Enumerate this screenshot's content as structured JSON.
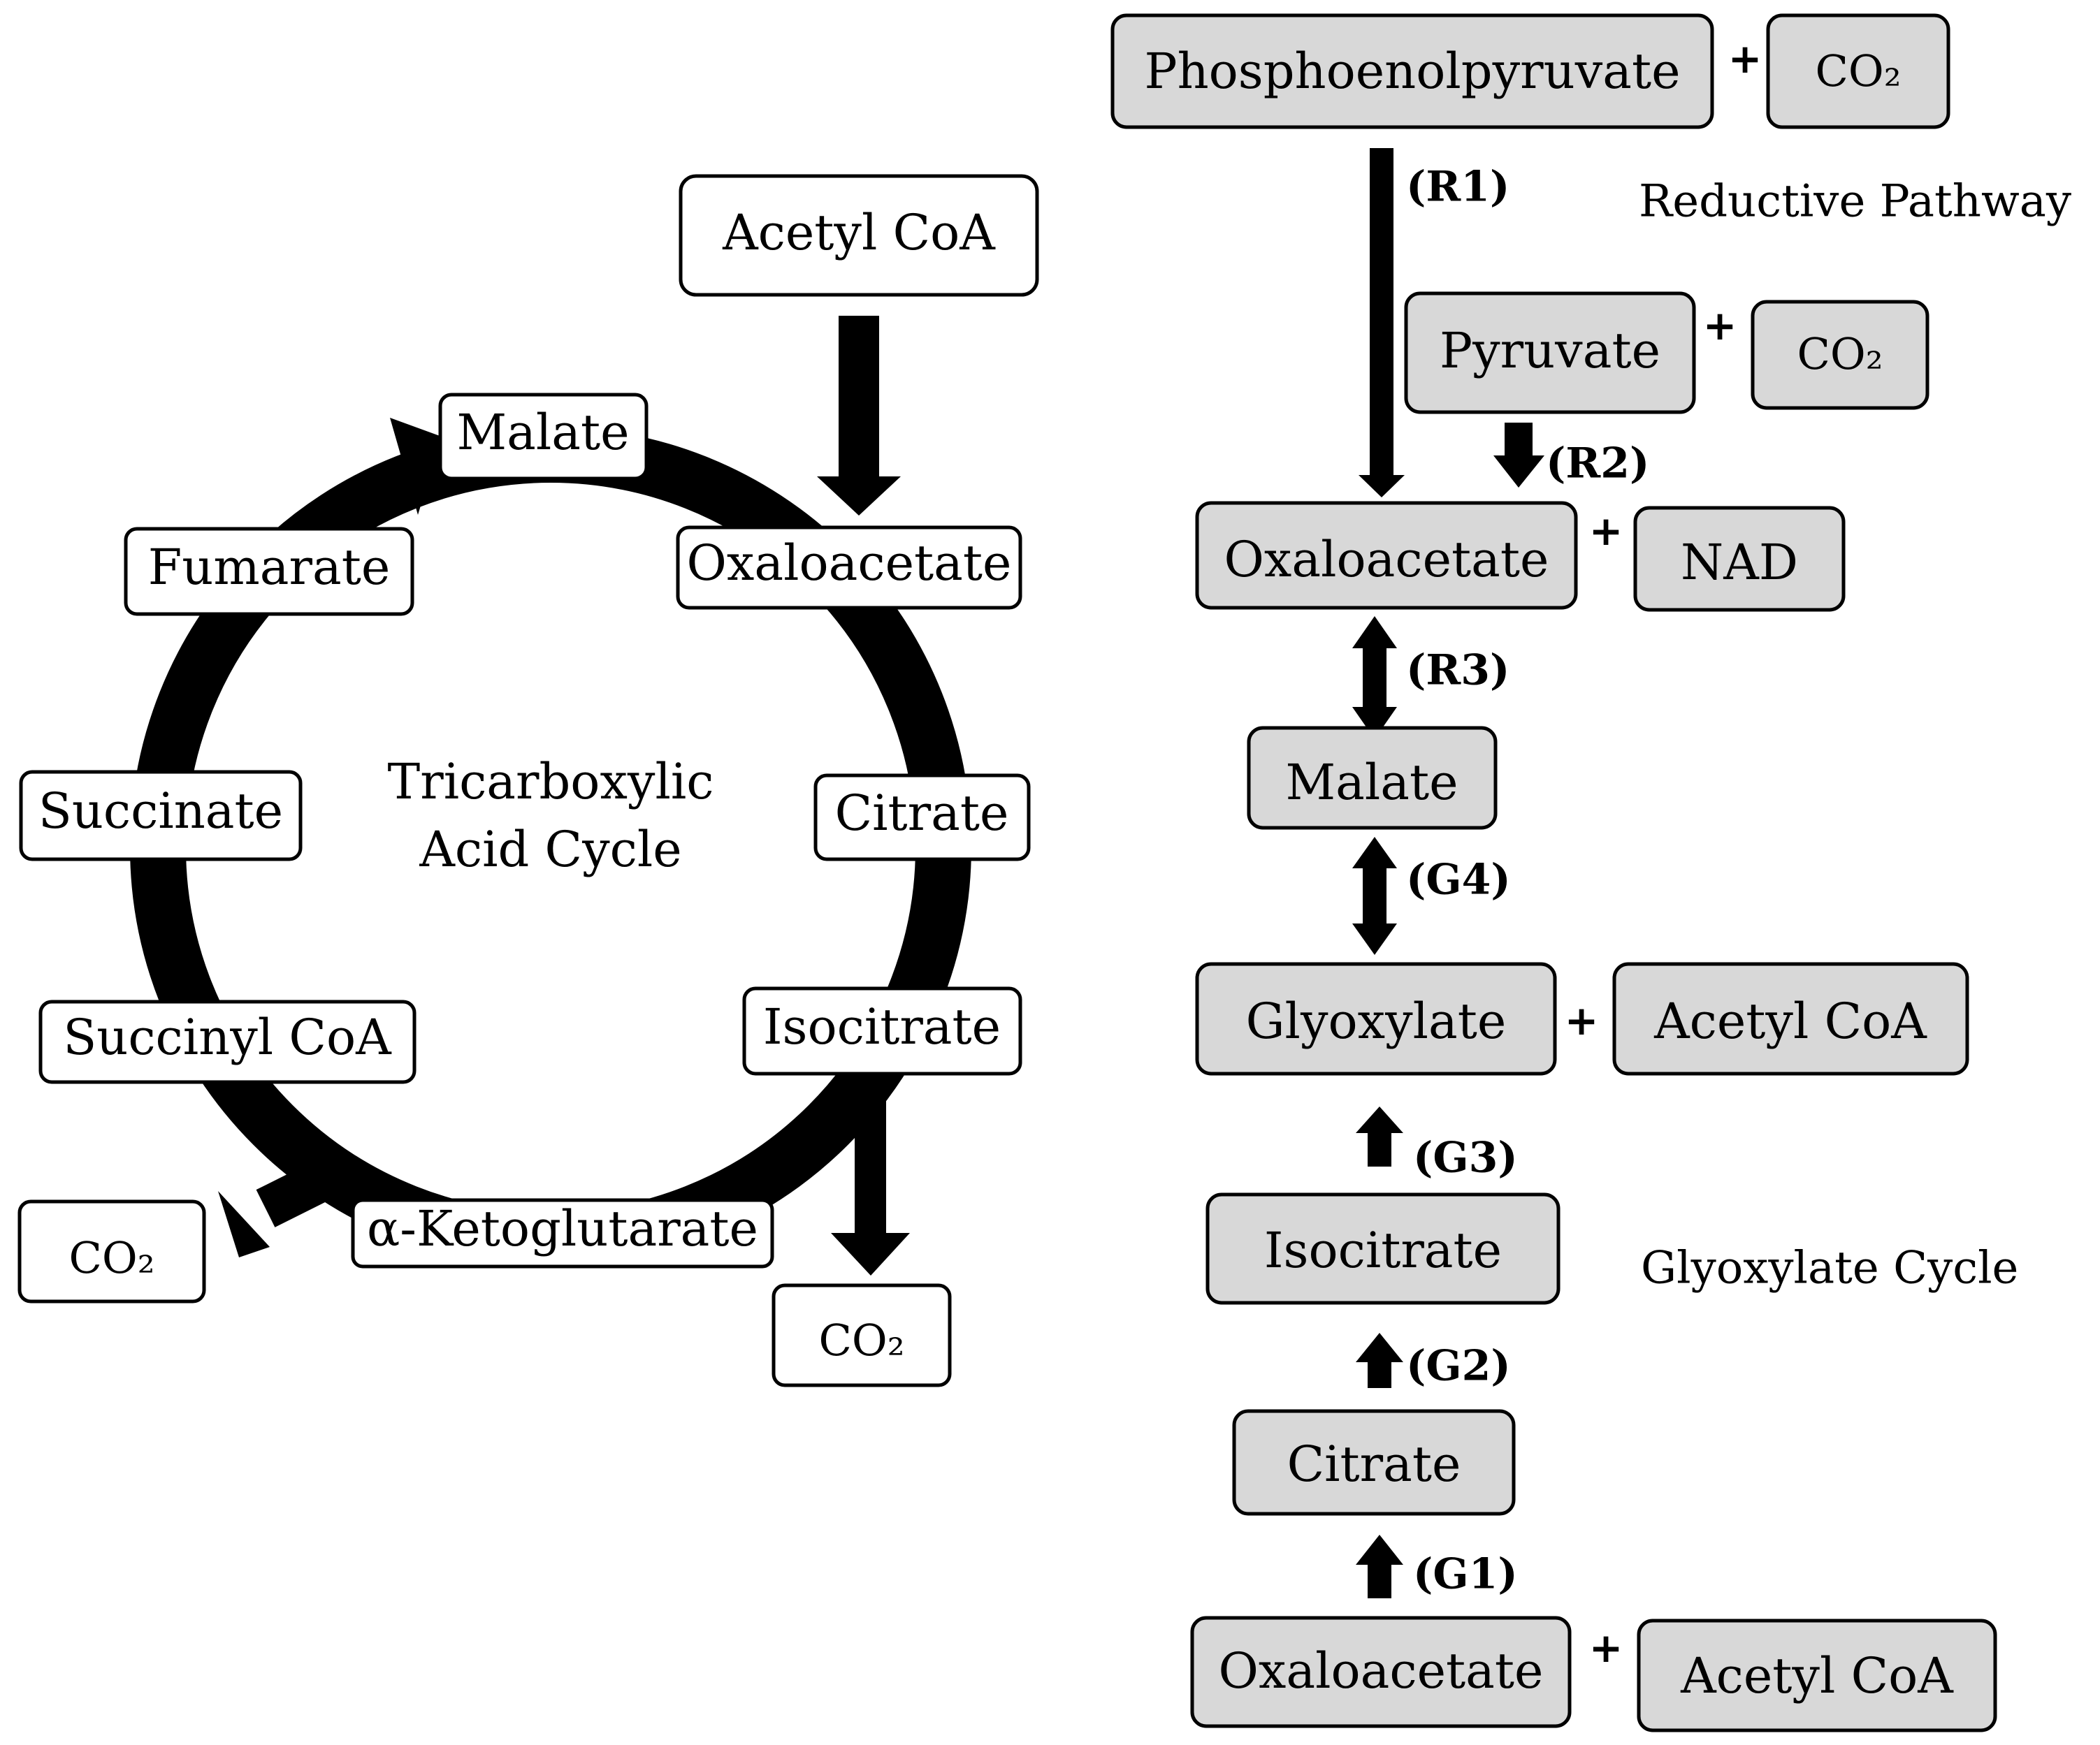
{
  "tca": {
    "title_line1": "Tricarboxylic",
    "title_line2": "Acid Cycle",
    "acetyl_coa": "Acetyl CoA",
    "oxaloacetate": "Oxaloacetate",
    "citrate": "Citrate",
    "isocitrate": "Isocitrate",
    "alpha_ketoglutarate": "α-Ketoglutarate",
    "succinyl_coa": "Succinyl CoA",
    "succinate": "Succinate",
    "fumarate": "Fumarate",
    "malate": "Malate",
    "co2_isocitrate": "CO₂",
    "co2_ketoglutarate": "CO₂"
  },
  "reductive": {
    "title": "Reductive Pathway",
    "phosphoenolpyruvate": "Phosphoenolpyruvate",
    "co2_pep": "CO₂",
    "pyruvate": "Pyruvate",
    "co2_pyruvate": "CO₂",
    "oxaloacetate": "Oxaloacetate",
    "nad": "NAD",
    "malate": "Malate",
    "steps": {
      "r1": "(R1)",
      "r2": "(R2)",
      "r3": "(R3)"
    }
  },
  "glyoxylate": {
    "title": "Glyoxylate Cycle",
    "glyoxylate": "Glyoxylate",
    "acetyl_coa_top": "Acetyl CoA",
    "isocitrate": "Isocitrate",
    "citrate": "Citrate",
    "oxaloacetate": "Oxaloacetate",
    "acetyl_coa_bottom": "Acetyl CoA",
    "steps": {
      "g1": "(G1)",
      "g2": "(G2)",
      "g3": "(G3)",
      "g4": "(G4)"
    }
  },
  "operators": {
    "plus": "+"
  },
  "colors": {
    "white_box": "#ffffff",
    "grey_box": "#d8d8d8",
    "ink": "#000000"
  }
}
